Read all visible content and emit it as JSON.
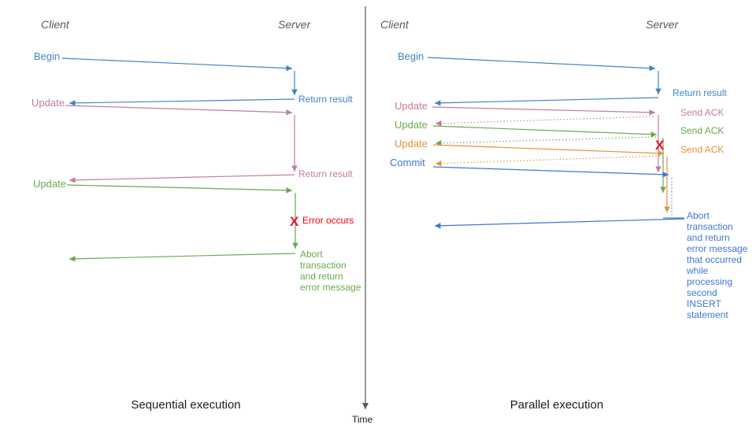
{
  "colors": {
    "blue": "#3d85c6",
    "blue_bright": "#3c78d8",
    "pink": "#c27ba0",
    "green": "#6aa84f",
    "orange": "#e69138",
    "red": "#fa0000",
    "red_dark": "#e8112d",
    "gray": "#595959",
    "black": "#1c1c1c"
  },
  "time_axis": {
    "label": "Time"
  },
  "left": {
    "title": "Sequential execution",
    "client": "Client",
    "server": "Server",
    "begin": "Begin",
    "return1": "Return result",
    "update1": "Update",
    "return2": "Return result",
    "update2": "Update",
    "error_x": "X",
    "error": "Error occurs",
    "abort": [
      "Abort",
      "transaction",
      "and return",
      "error message"
    ]
  },
  "right": {
    "title": "Parallel execution",
    "client": "Client",
    "server": "Server",
    "begin": "Begin",
    "return1": "Return result",
    "update1": "Update",
    "ack1": "Send ACK",
    "update2": "Update",
    "ack2": "Send ACK",
    "update3": "Update",
    "ack3": "Send ACK",
    "commit": "Commit",
    "error_x": "X",
    "abort": [
      "Abort",
      "transaction",
      "and return",
      "error message",
      "that occurred",
      "while",
      "processing",
      "second",
      "INSERT",
      "statement"
    ]
  }
}
